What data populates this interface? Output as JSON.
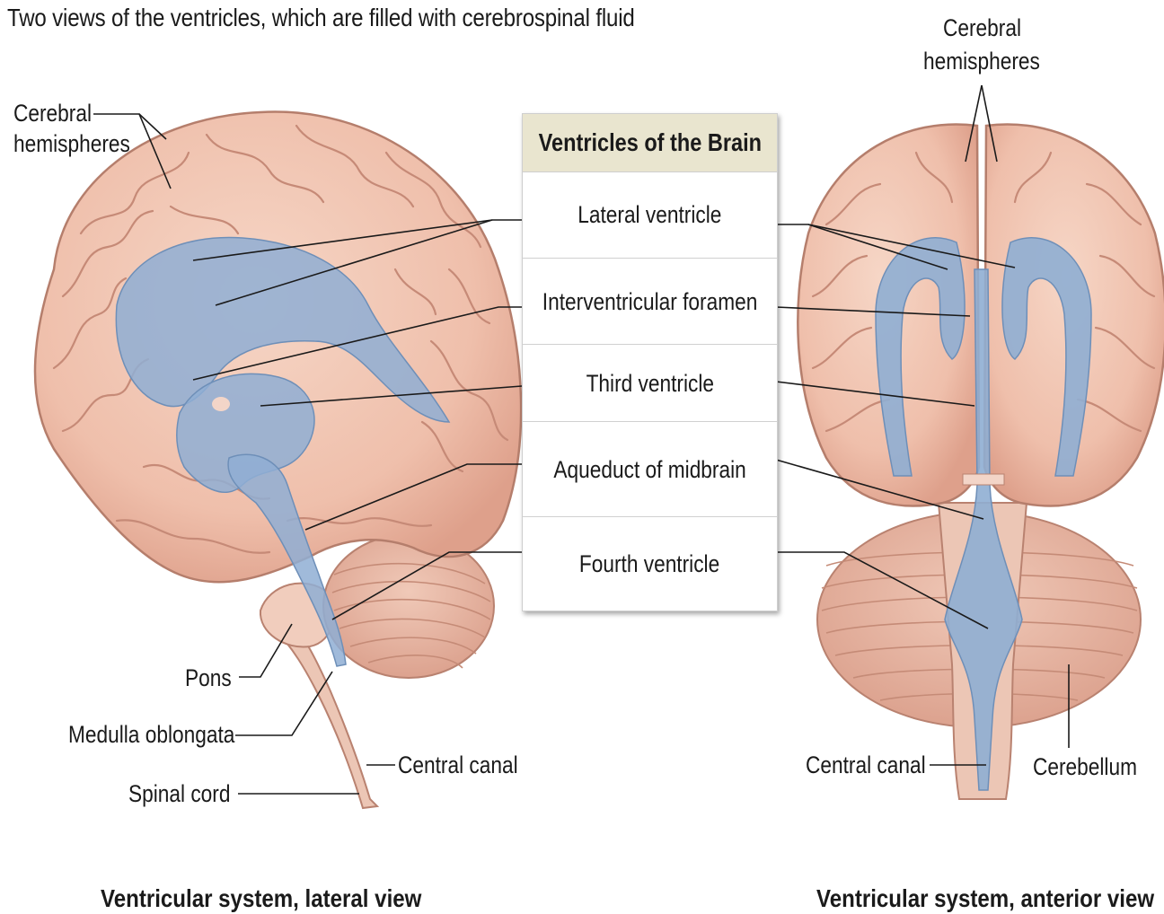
{
  "title": "Two views of the ventricles, which are  filled with cerebrospinal fluid",
  "legend": {
    "heading": "Ventricles of the Brain",
    "items": [
      {
        "label": "Lateral ventricle"
      },
      {
        "label": "Interventricular foramen"
      },
      {
        "label": "Third ventricle"
      },
      {
        "label": "Aqueduct of midbrain"
      },
      {
        "label": "Fourth ventricle"
      }
    ]
  },
  "lateral_view": {
    "caption": "Ventricular system, lateral view",
    "labels": {
      "cerebral_hemispheres_1": "Cerebral",
      "cerebral_hemispheres_2": "hemispheres",
      "pons": "Pons",
      "medulla": "Medulla oblongata",
      "spinal_cord": "Spinal cord",
      "central_canal": "Central canal"
    }
  },
  "anterior_view": {
    "caption": "Ventricular system, anterior view",
    "labels": {
      "cerebral_hemispheres_1": "Cerebral",
      "cerebral_hemispheres_2": "hemispheres",
      "central_canal": "Central canal",
      "cerebellum": "Cerebellum"
    }
  },
  "colors": {
    "brain": "#f1c3b0",
    "brain_dark": "#c98f7e",
    "ventricle": "#8faed3",
    "legend_header": "#e9e5cf"
  }
}
